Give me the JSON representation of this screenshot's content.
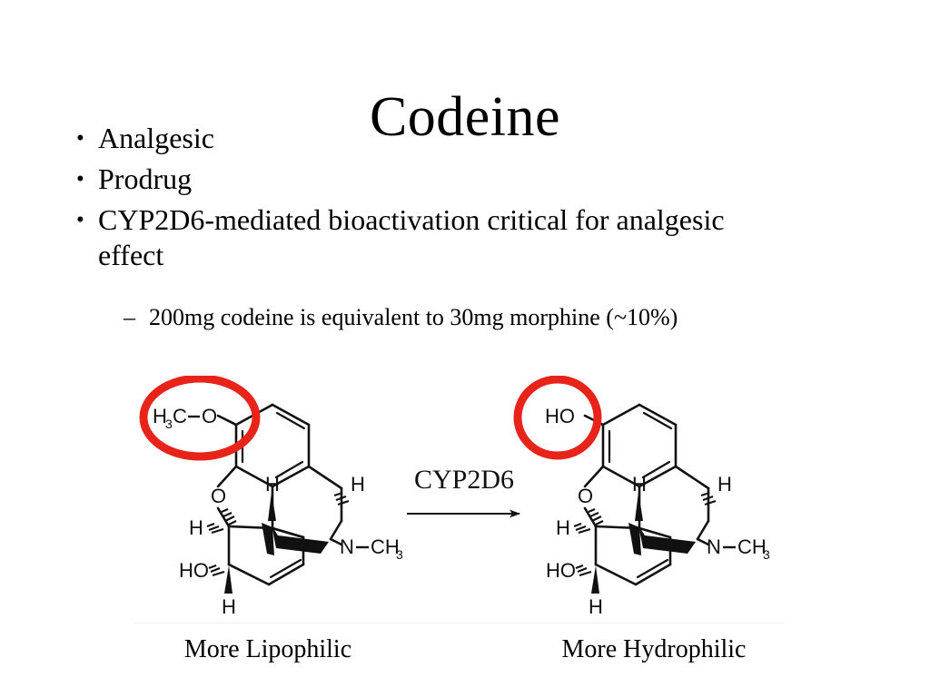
{
  "slide": {
    "title": "Codeine",
    "background_color": "#ffffff",
    "text_color": "#000000",
    "highlight_color": "#e8231a"
  },
  "bullets": [
    {
      "marker": "•",
      "text": "Analgesic"
    },
    {
      "marker": "•",
      "text": "Prodrug"
    },
    {
      "marker": "•",
      "text": "CYP2D6-mediated bioactivation critical for analgesic effect"
    }
  ],
  "sub_bullets": [
    {
      "marker": "–",
      "text": "200mg codeine is equivalent to 30mg morphine (~10%)"
    }
  ],
  "reaction": {
    "enzyme_label": "CYP2D6",
    "arrow": "right-arrow",
    "reactant": {
      "name": "codeine-structure",
      "highlighted_group": "H3C—O",
      "labels": {
        "methoxy_carbon": "H",
        "methoxy_carbon_sub": "3",
        "methoxy_carbon_tail": "C",
        "methoxy_oxygen": "O",
        "ether_oxygen": "O",
        "hydroxyl": "HO",
        "nitrogen": "N",
        "n_methyl": "CH",
        "n_methyl_sub": "3",
        "h1": "H",
        "h2": "H",
        "h3": "H",
        "h4": "H"
      },
      "caption": "More Lipophilic"
    },
    "product": {
      "name": "morphine-structure",
      "highlighted_group": "HO",
      "labels": {
        "phenol": "HO",
        "ether_oxygen": "O",
        "hydroxyl": "HO",
        "nitrogen": "N",
        "n_methyl": "CH",
        "n_methyl_sub": "3",
        "h1": "H",
        "h2": "H",
        "h3": "H",
        "h4": "H"
      },
      "caption": "More Hydrophilic"
    }
  },
  "captions": {
    "left": "More Lipophilic",
    "right": "More Hydrophilic"
  }
}
